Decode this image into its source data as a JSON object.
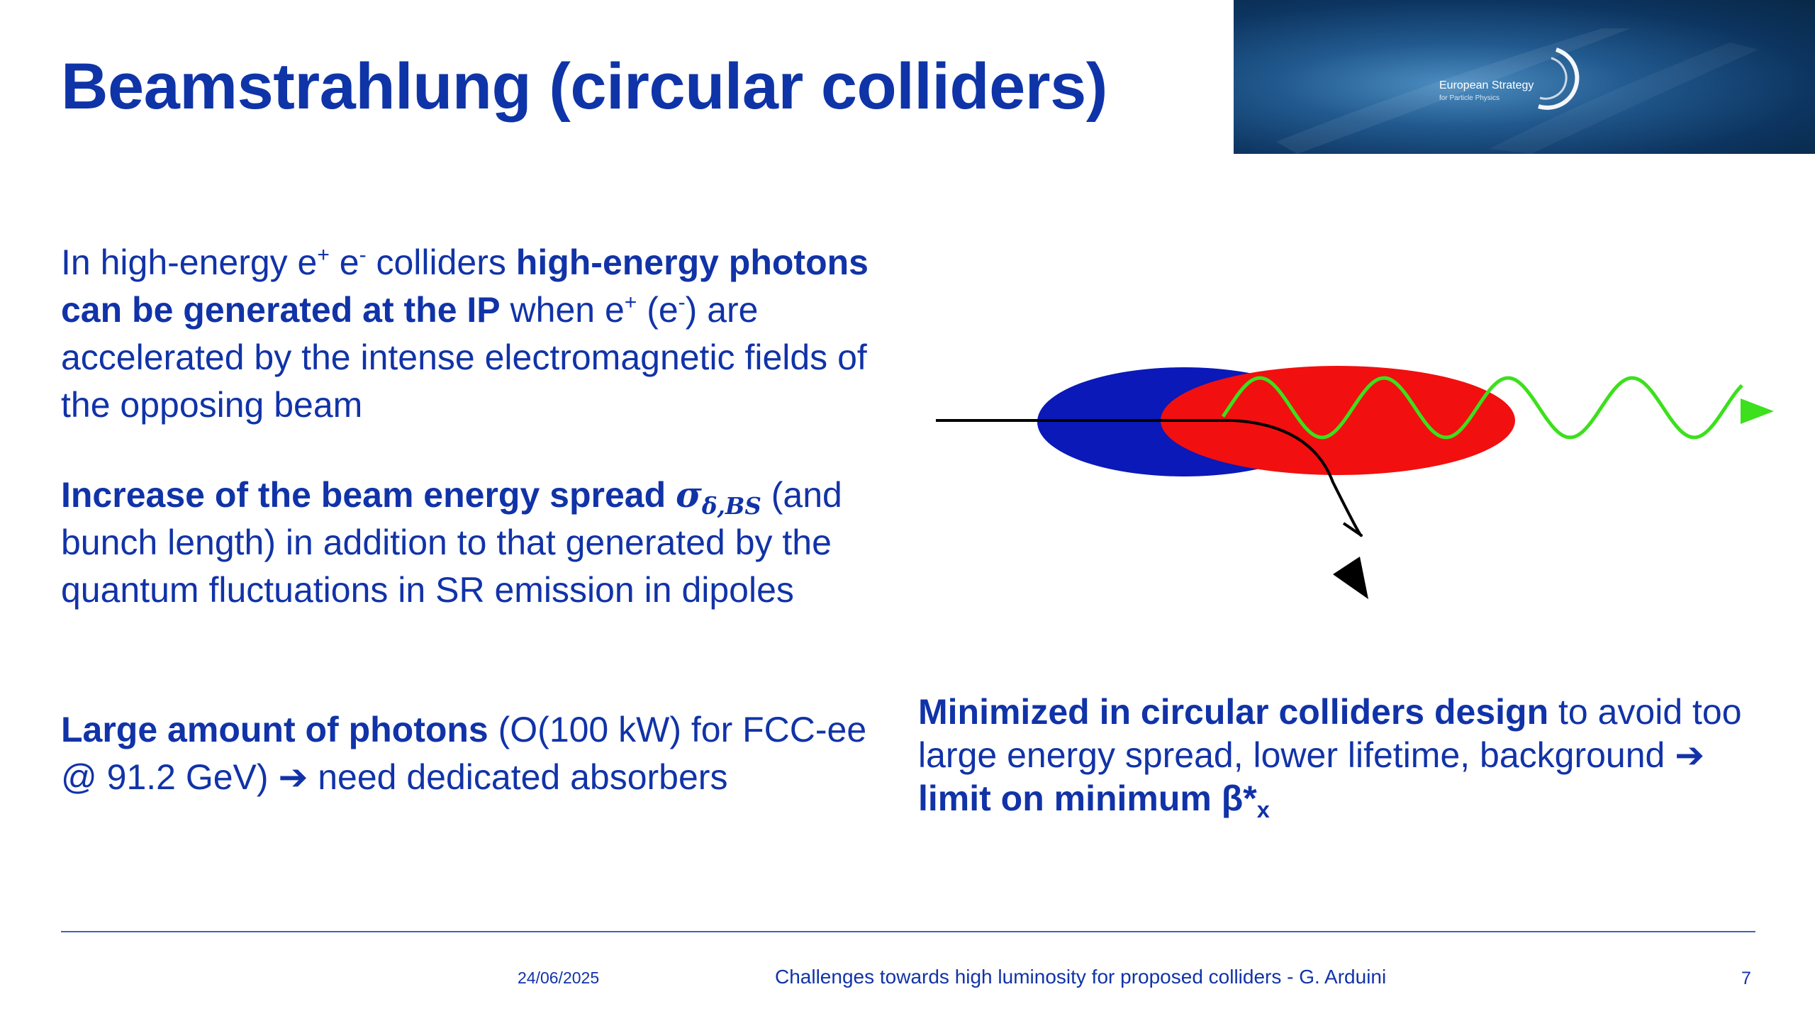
{
  "slide": {
    "title": "Beamstrahlung (circular colliders)",
    "banner": {
      "line1": "European Strategy",
      "line2": "for Particle Physics"
    },
    "p1": {
      "t1": "In high-energy e",
      "sup1": "+",
      "t2": " e",
      "sup2": "-",
      "t3": " colliders ",
      "bold": "high-energy photons can be generated at the IP",
      "t4": " when e",
      "sup3": "+",
      "t5": " (e",
      "sup4": "-",
      "t6": ") are  accelerated by the intense electromagnetic fields of the opposing beam"
    },
    "p2": {
      "bold": "Increase of the beam energy spread ",
      "sigma": "σ",
      "sigma_sub": "δ,BS",
      "text": " (and bunch length) in addition to that generated by the quantum fluctuations in SR emission in dipoles"
    },
    "p3": {
      "bold": "Large amount of photons",
      "text1": " (O(100 kW) for FCC-ee @ 91.2 GeV) ",
      "arrow": "➔",
      "text2": " need dedicated absorbers"
    },
    "p4": {
      "bold1": "Minimized in circular colliders design",
      "text1": " to avoid too large energy spread, lower lifetime, background ",
      "arrow": "➔",
      "bold2": " limit on minimum β*",
      "sub": "x"
    },
    "diagram": {
      "beam1_color": "#0a19b8",
      "beam2_color": "#f20f0f",
      "photon_color": "#3ce01c",
      "track_color": "#000000"
    },
    "footer": {
      "date": "24/06/2025",
      "center": "Challenges towards high luminosity for proposed colliders - G. Arduini",
      "page": "7"
    }
  }
}
